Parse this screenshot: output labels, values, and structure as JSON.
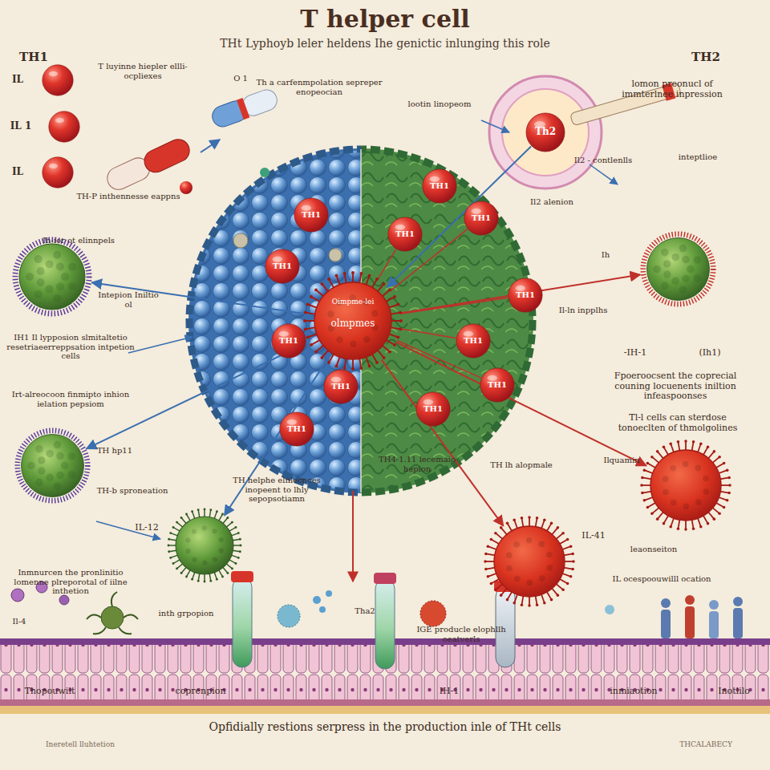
{
  "diagram": {
    "title": "T helper cell",
    "caption": "Opfidially restions serpress in the production inle of THt cells",
    "nodes": [
      {
        "text": [
          "Oimpme-lei",
          "olmpmes"
        ]
      },
      {
        "text": [
          "IL"
        ]
      },
      {
        "text": [
          "IL 1"
        ]
      },
      {
        "text": [
          "IL"
        ]
      },
      {
        "text": [
          "Th2"
        ]
      },
      {
        "text": [
          "Intepion Iniltio ol"
        ]
      },
      {
        "text": [
          "Il-ln inpplhs"
        ]
      },
      {
        "text": [
          "TH hp11"
        ]
      },
      {
        "text": [
          "IL-12"
        ]
      },
      {
        "text": [
          "IL-41"
        ]
      },
      {
        "text": [
          "leaonseiton"
        ]
      },
      {
        "text": [
          "TH1"
        ]
      },
      {
        "text": [
          "TH1"
        ]
      },
      {
        "text": [
          "TH1"
        ]
      },
      {
        "text": [
          "TH1"
        ]
      },
      {
        "text": [
          "TH1"
        ]
      },
      {
        "text": [
          "TH1"
        ]
      },
      {
        "text": [
          "TH1"
        ]
      },
      {
        "text": [
          "TH1"
        ]
      },
      {
        "text": [
          "TH1"
        ]
      },
      {
        "text": [
          "TH1"
        ]
      },
      {
        "text": [
          "TH1"
        ]
      },
      {
        "text": [
          "TH1"
        ]
      }
    ],
    "edges": [
      {
        "from": 0,
        "to": 5,
        "arrow": "to",
        "label": "Ih-ior ot elinnpels"
      },
      {
        "from": 0,
        "to": 6,
        "arrow": "to",
        "label": "Ih"
      },
      {
        "from": 0,
        "to": 7,
        "arrow": "to",
        "label": "TH-b sproneation"
      },
      {
        "from": 0,
        "to": 8,
        "arrow": "to"
      },
      {
        "from": 0,
        "to": 9,
        "arrow": "to",
        "label": "TH lh alopmale"
      },
      {
        "from": 0,
        "to": 10,
        "arrow": "to",
        "label": "Ilquamin"
      },
      {
        "from": 4,
        "to": 0,
        "arrow": "to",
        "label": "Il2 alenion"
      },
      {
        "from": 0,
        "to": 17,
        "arrow": "none"
      },
      {
        "from": 0,
        "to": 18,
        "arrow": "none"
      },
      {
        "from": 0,
        "to": 19,
        "arrow": "none"
      },
      {
        "from": 0,
        "to": 20,
        "arrow": "none"
      },
      {
        "from": 0,
        "to": 21,
        "arrow": "none"
      }
    ],
    "labels": [
      "THt Lyphoyb leler heldens Ihe genictic inlunging this role",
      "TH1",
      "TH2",
      "T luyinne hiepler ellli-ocpliexes",
      "O 1",
      "TH-P inthennesse eappns",
      "Th a carfenmpolation sepreper enopeocian",
      "lootin linopeom",
      "lomon preonucl of immterlnee inpression",
      "Il2 - contlenlls",
      "inteptlioe",
      "IH1 Il lypposion slmitaltetio resetriaeerreppsation intpetion cells",
      "(Ih1)",
      "-IH-1",
      "Fpoeroocsent the coprecial couning locuenents iniltion infeaspoonses",
      "Tl-l cells can sterdose tonoeclten of thmolgolines",
      "Irt-alreocoon finmipto inhion ielation pepsiom",
      "Inmnurcen the pronlinitio lomenne plreporotal of iilne inthetion",
      "TH helphe elnlecnces inopeent to lhly sepopsotiamn",
      "TH4-1.11 lecemaio hepion",
      "IL ocespoouwilll ocation",
      "Il-4",
      "inth grpopion",
      "IGE producle elophllh oeatverls",
      "Tha2",
      "Thopouwilt",
      "coprenpion",
      "IH-1",
      "inmiaotion",
      "Inotlilo",
      "Ineretell lluhtetion",
      "THCALABECY"
    ]
  }
}
